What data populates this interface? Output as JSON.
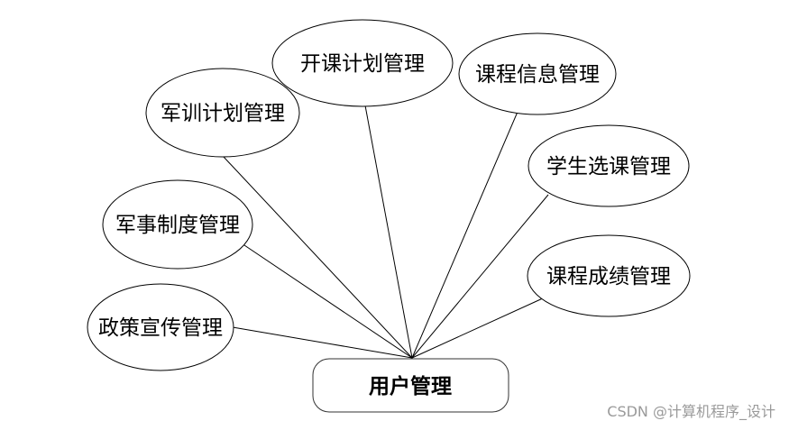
{
  "diagram": {
    "center": {
      "label": "用户管理"
    },
    "nodes": [
      {
        "id": "zhengce",
        "label": "政策宣传管理"
      },
      {
        "id": "junshi",
        "label": "军事制度管理"
      },
      {
        "id": "junxun",
        "label": "军训计划管理"
      },
      {
        "id": "kaike",
        "label": "开课计划管理"
      },
      {
        "id": "kecheng-info",
        "label": "课程信息管理"
      },
      {
        "id": "xuanke",
        "label": "学生选课管理"
      },
      {
        "id": "chengji",
        "label": "课程成绩管理"
      }
    ]
  },
  "watermark": {
    "text": "CSDN @计算机程序_设计"
  }
}
